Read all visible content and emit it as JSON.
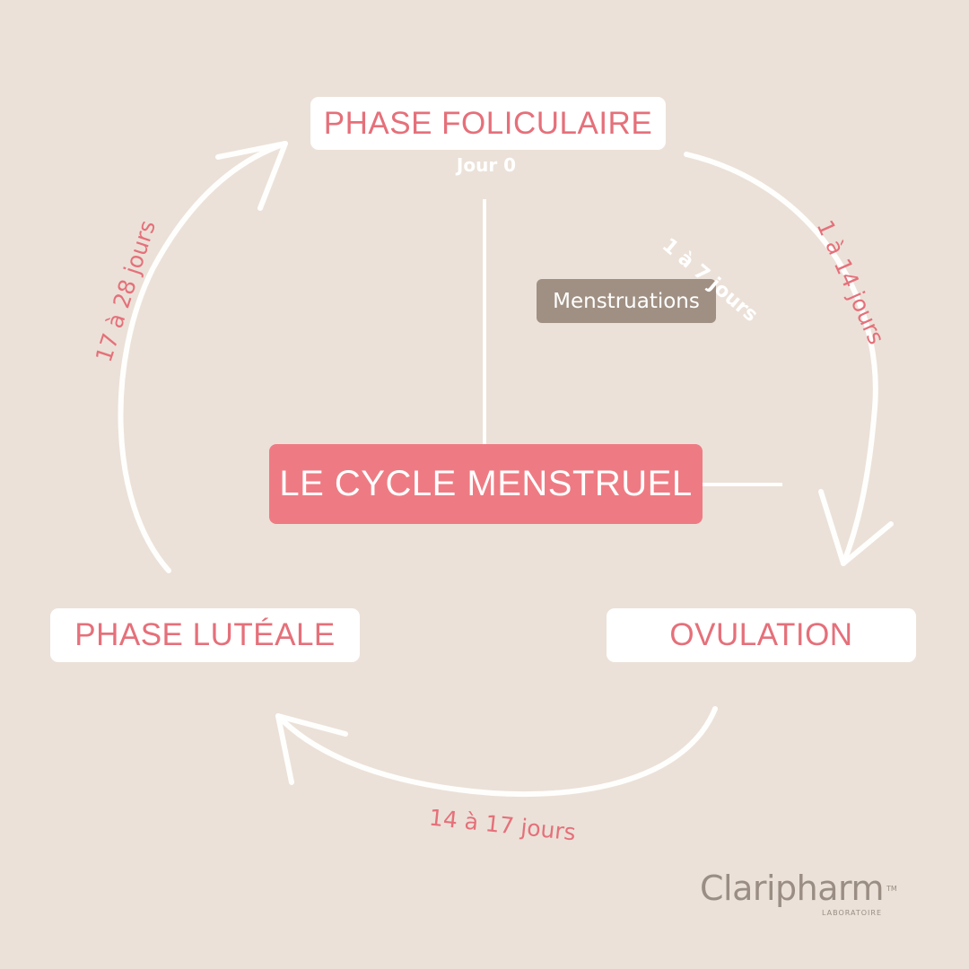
{
  "title": "LE CYCLE MENSTRUEL",
  "phases": {
    "foliculaire": "PHASE FOLICULAIRE",
    "luteale": "PHASE LUTÉALE",
    "ovulation": "OVULATION"
  },
  "markers": {
    "jour_zero": "Jour 0",
    "menstruations": "Menstruations",
    "menstruations_duration": "1 à 7 jours"
  },
  "durations": {
    "foliculaire_to_ovulation": "1 à 14 jours",
    "ovulation_to_luteale": "14 à 17 jours",
    "luteale_to_foliculaire": "17 à 28 jours"
  },
  "brand": {
    "name": "Claripharm",
    "tm": "TM",
    "subtitle": "LABORATOIRE"
  },
  "colors": {
    "background": "#ebe1d8",
    "accent": "#ee7b83",
    "phase_text": "#e5707a",
    "menstruations_box": "#a09083"
  }
}
